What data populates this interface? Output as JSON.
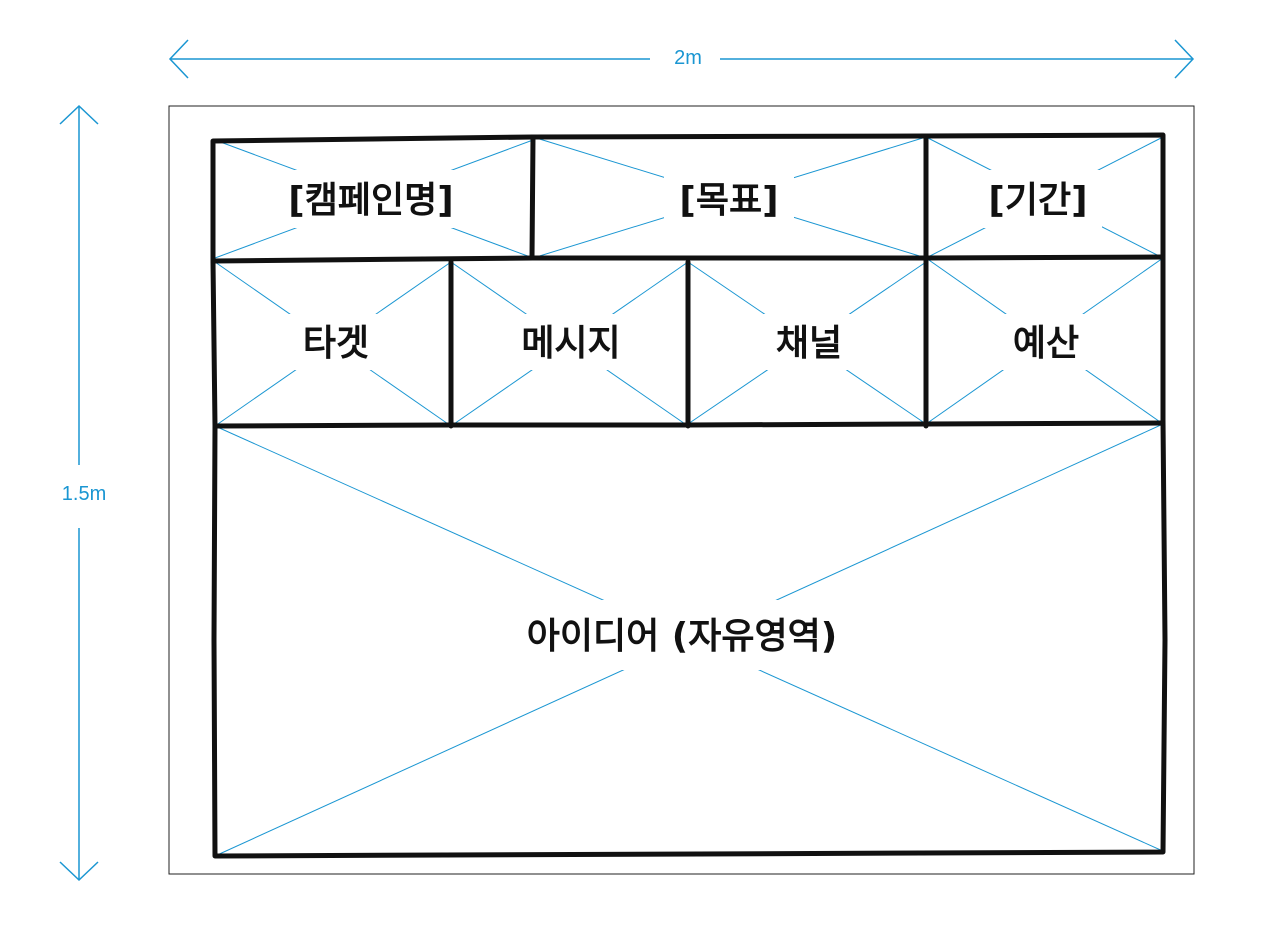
{
  "colors": {
    "dimension": "#1a96d2",
    "guide": "#1a96d2",
    "border": "#111111",
    "frame": "#222222",
    "label_bg": "#ffffff"
  },
  "dimensions": {
    "width_label": "2m",
    "height_label": "1.5m"
  },
  "cells": {
    "campaign_name": "[캠페인명]",
    "goal": "[목표]",
    "period": "[기간]",
    "target": "타겟",
    "message": "메시지",
    "channel": "채널",
    "budget": "예산",
    "ideas": "아이디어 (자유영역)"
  }
}
